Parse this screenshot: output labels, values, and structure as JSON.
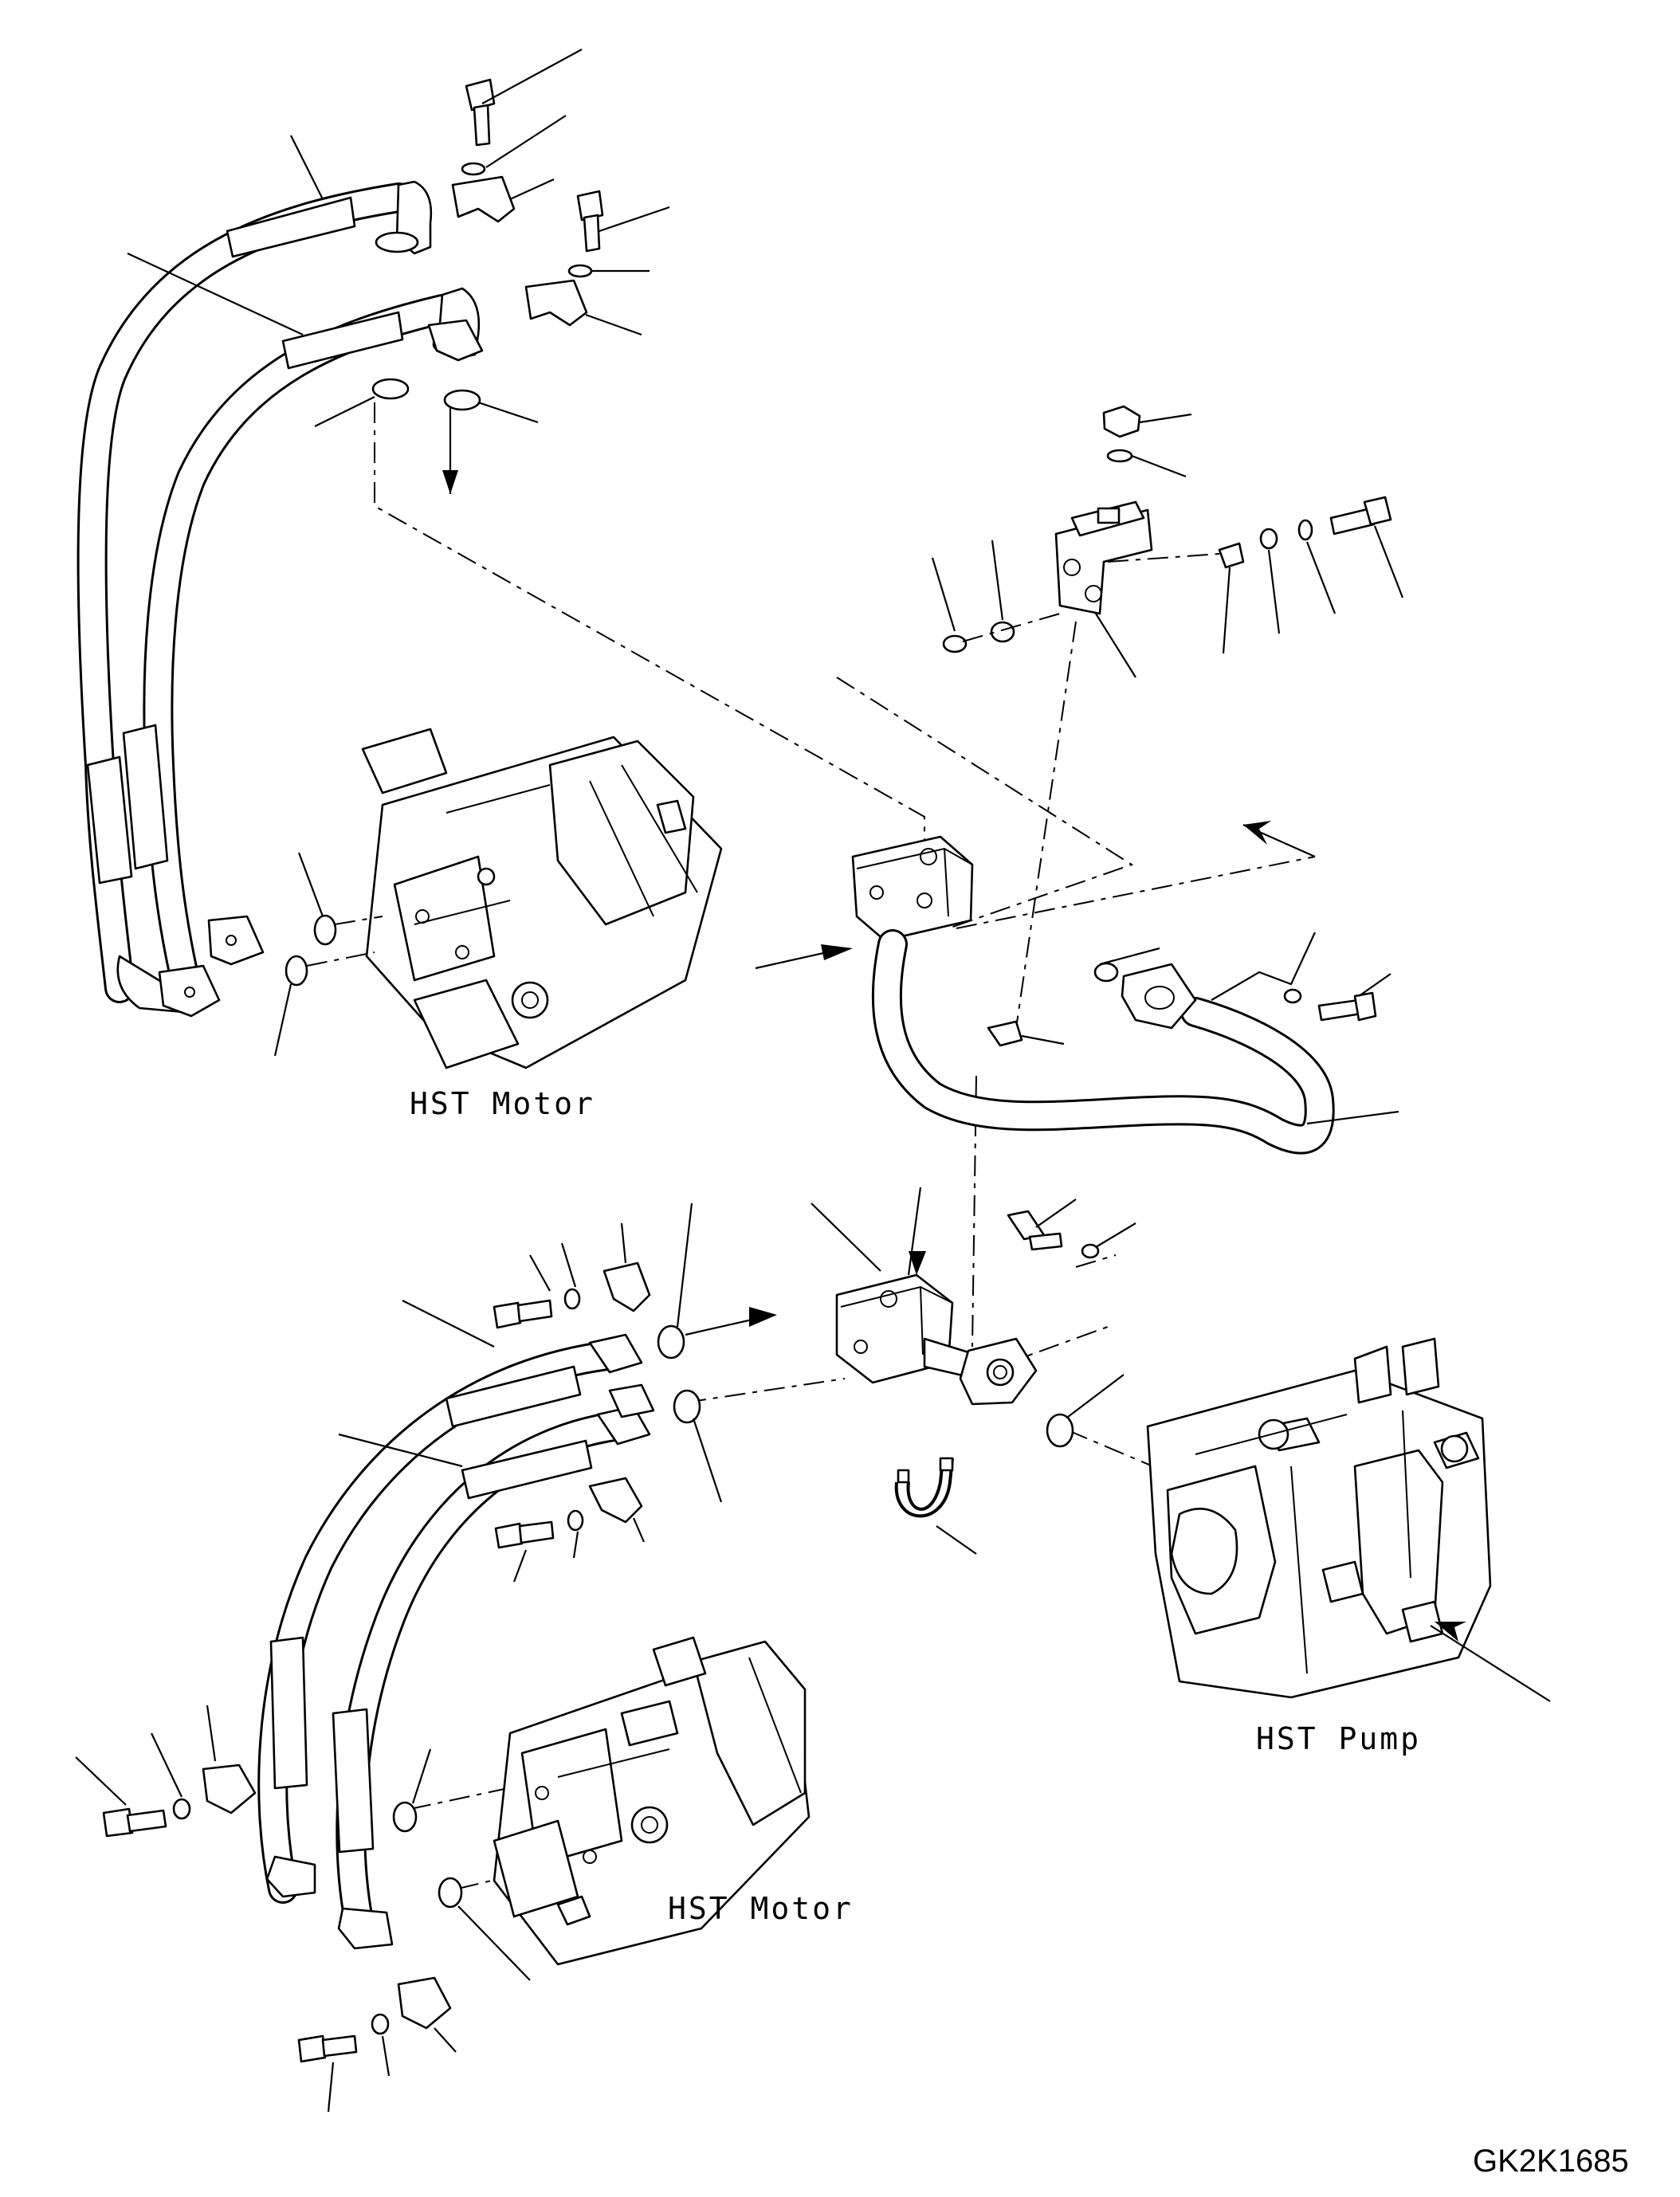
{
  "labels": {
    "motor_upper": "HST Motor",
    "motor_lower": "HST Motor",
    "pump": "HST Pump"
  },
  "drawing_code": "GK2K1685"
}
